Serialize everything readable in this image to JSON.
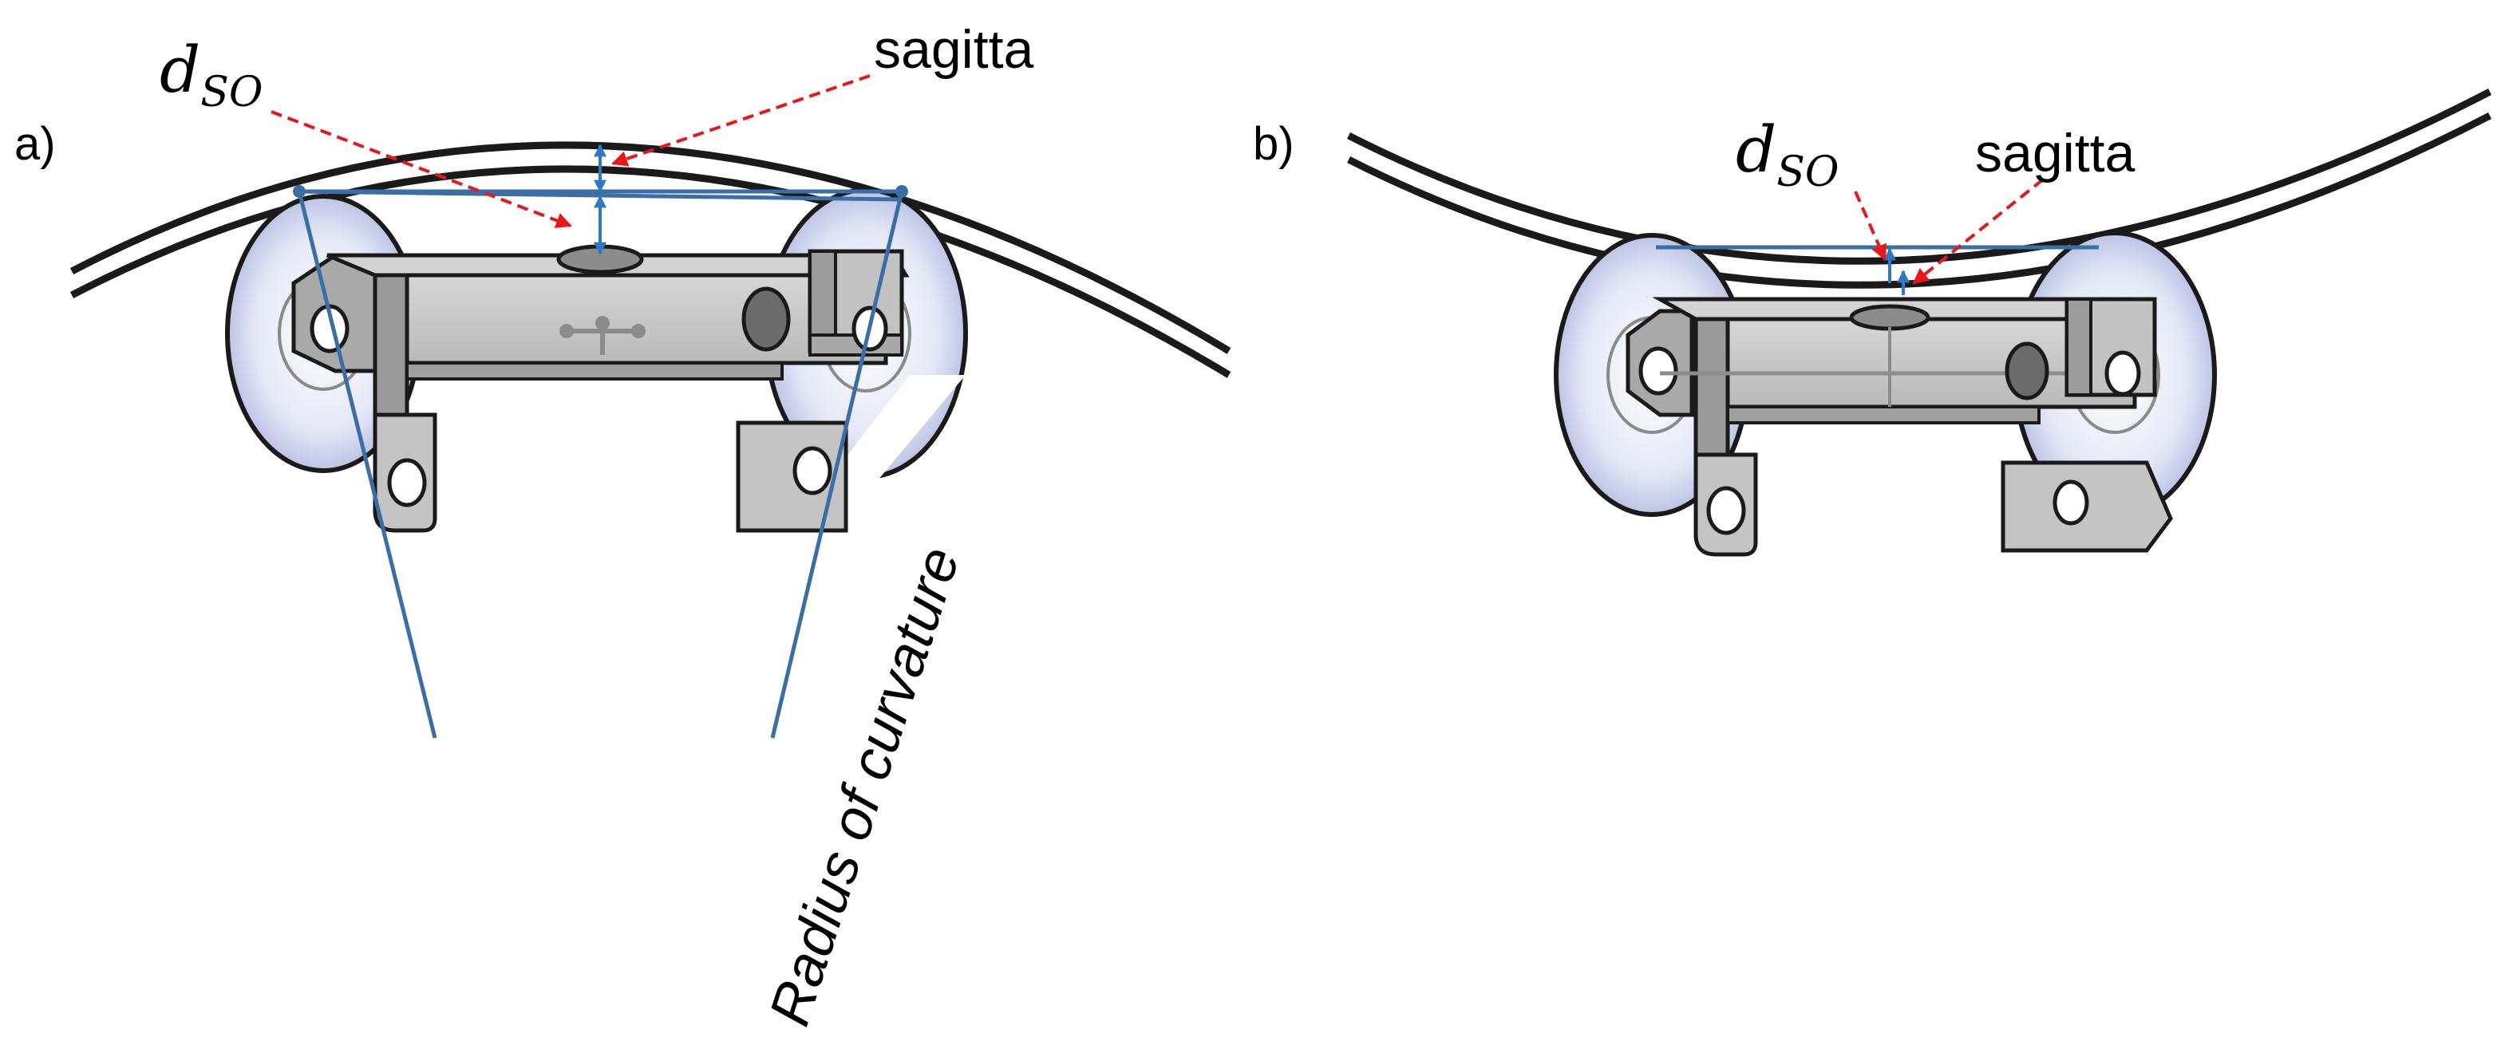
{
  "panels": {
    "a": {
      "label": "a)",
      "distance_symbol": "d",
      "distance_subscript": "SO",
      "sagitta_label": "sagitta",
      "radius_label": "Radius of curvature"
    },
    "b": {
      "label": "b)",
      "distance_symbol": "d",
      "distance_subscript": "SO",
      "sagitta_label": "sagitta"
    }
  },
  "colors": {
    "construction_line": "#3a6ea5",
    "measure_arrow": "#2f78c4",
    "pointer_arrow": "#e8181a",
    "rail": "#1a1a1a",
    "frame_gray": "#b4b4b4",
    "wheel": "#c9d0ec"
  },
  "icons": {
    "wheel": "wheel-icon",
    "bracket": "bracket-icon",
    "bolt_hole": "bolt-hole-icon",
    "sensor": "sensor-icon"
  }
}
